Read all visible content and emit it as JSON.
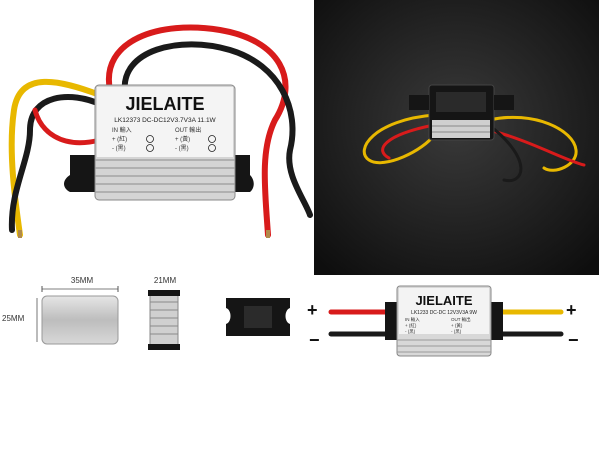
{
  "products": {
    "front_view": {
      "brand": "JIELAITE",
      "model_line": "LK12373  DC-DC12V3.7V3A  11.1W",
      "input_label": "IN 輸入",
      "output_label": "OUT 輸出",
      "in_pos": "+ (紅)",
      "in_neg": "- (黑)",
      "out_pos": "+ (黃)",
      "out_neg": "- (黑)"
    },
    "dimensions": {
      "width_label": "35MM",
      "height_label": "25MM",
      "depth_label": "21MM"
    },
    "wired_module": {
      "brand": "JIELAITE",
      "model_line": "LK1233 DC-DC 12V3V3A 9W",
      "input_label": "IN 輸入",
      "output_label": "OUT 輸出",
      "in_pos": "+ (紅)",
      "in_neg": "- (黑)",
      "out_pos": "+ (黃)",
      "out_neg": "- (黑)",
      "plus_sign": "+",
      "minus_sign": "−"
    }
  },
  "colors": {
    "photo_bg": "#1c1c1c",
    "wire_red": "#d81b1b",
    "wire_yellow": "#e8b800",
    "wire_black": "#1a1a1a",
    "casing_silver": "#c9c9c9",
    "plastic_black": "#151515"
  }
}
